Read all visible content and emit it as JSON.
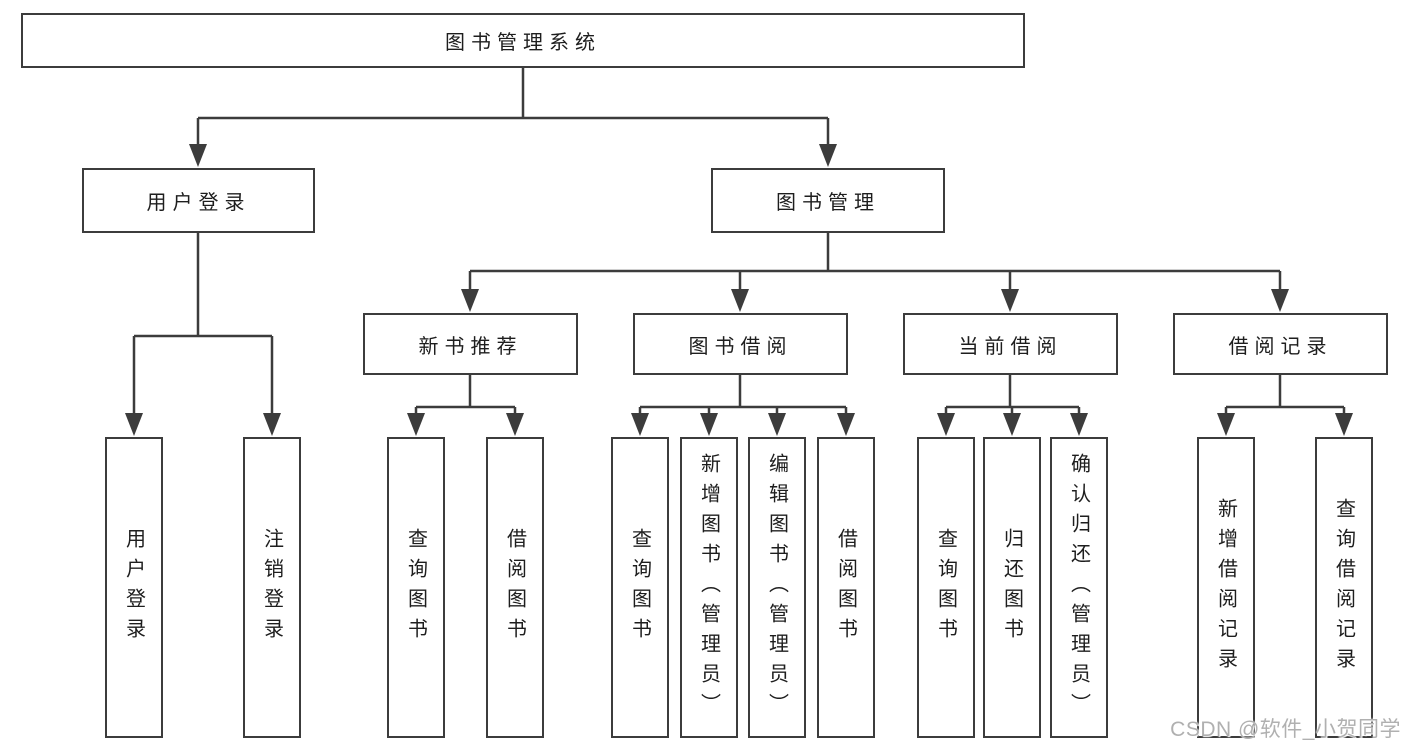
{
  "tree": {
    "label": "图书管理系统",
    "children": [
      {
        "label": "用户登录",
        "children": [
          {
            "label": "用户登录"
          },
          {
            "label": "注销登录"
          }
        ]
      },
      {
        "label": "图书管理",
        "children": [
          {
            "label": "新书推荐",
            "children": [
              {
                "label": "查询图书"
              },
              {
                "label": "借阅图书"
              }
            ]
          },
          {
            "label": "图书借阅",
            "children": [
              {
                "label": "查询图书"
              },
              {
                "label": "新增图书（管理员）"
              },
              {
                "label": "编辑图书（管理员）"
              },
              {
                "label": "借阅图书"
              }
            ]
          },
          {
            "label": "当前借阅",
            "children": [
              {
                "label": "查询图书"
              },
              {
                "label": "归还图书"
              },
              {
                "label": "确认归还（管理员）"
              }
            ]
          },
          {
            "label": "借阅记录",
            "children": [
              {
                "label": "新增借阅记录"
              },
              {
                "label": "查询借阅记录"
              }
            ]
          }
        ]
      }
    ]
  },
  "watermark": {
    "text": "CSDN @软件_小贺同学"
  },
  "colors": {
    "line": "#3c3c3c",
    "text": "#1e1e1e",
    "background": "#ffffff",
    "watermark": "#b0b0b0"
  }
}
